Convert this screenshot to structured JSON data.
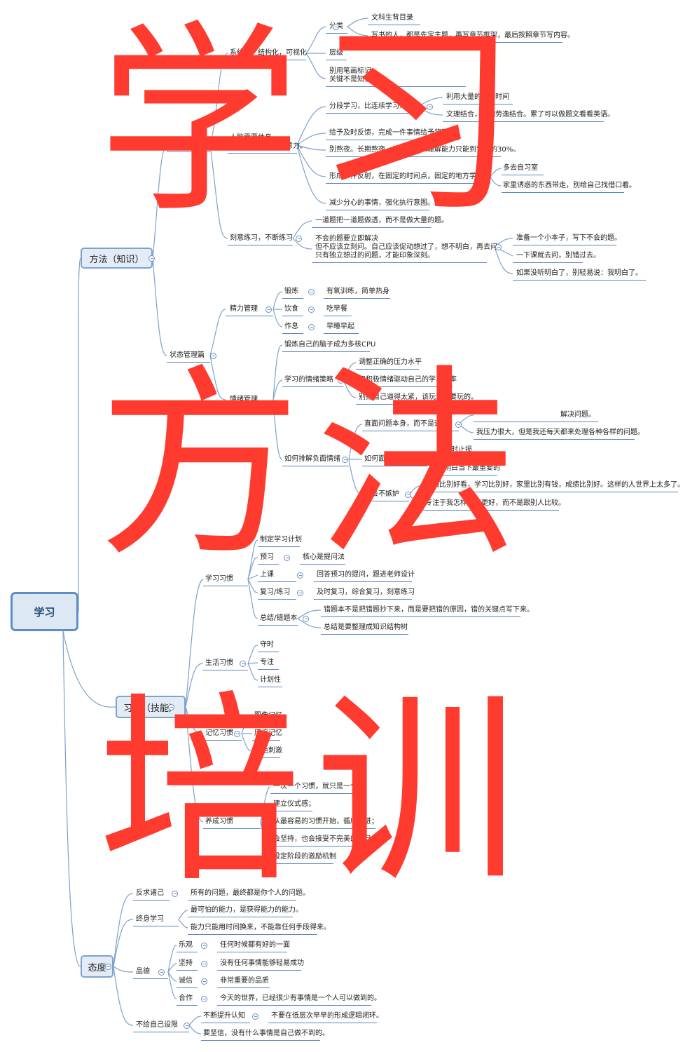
{
  "overlay": {
    "line1": "学习",
    "line2": "方法",
    "line3": "培训"
  },
  "root": "学习",
  "branches": {
    "method": "方法（知识）",
    "habit": "习惯（技能）",
    "attitude": "态度"
  },
  "t": {
    "n1": "系统化，结构化，可视化",
    "n1_1": "分类",
    "n1_1a": "文科生背目录",
    "n1_1b": "写书的人，都是先定主题，再写章节框架，最后按照章节写内容。",
    "n1_2": "层级",
    "n1_3a": "别用笔画标记。",
    "n1_3b": "关键不是知识本身",
    "n2": "用借原理篇",
    "n2a": "人脑需要休息，",
    "n2b": "不能长久的集中注意力。",
    "n2_1": "分段学习，比连续学习效果好。",
    "n2_1a": "利用大量的零散时间",
    "n2_1b": "文理结合，宛如劳逸结合。累了可以做题文看看英语。",
    "n2_2": "给予及时反馈，完成一件事情给予奖励。",
    "n2_3": "别熬夜。长期熬夜，记忆能力和理解能力只能到常人的30%。",
    "n2_4": "形成条件反射，在固定的时间点，固定的地方学习。",
    "n2_4a": "多去自习室",
    "n2_4b": "家里诱惑的东西带走，别给自己找借口看。",
    "n2_5": "减少分心的事情，强化执行意图。",
    "n3": "刻意练习，不断练习",
    "n3a": "一道题把一道题做透，而不是做大量的题。",
    "n3b1": "不会的题要立即解决",
    "n3b2": "但不应该立刻问。自己应该促动想过了，想不明白，再去问。",
    "n3b3": "只有独立想过的问题，才能印象深刻。",
    "n3c1": "准备一个小本子，写下不会的题。",
    "n3c2": "一下课就去问，别错过去。",
    "n3c3": "如果没听明白了，别轻易说：我明白了。",
    "s0": "状态管理篇",
    "s1": "精力管理",
    "s1a": "锻炼",
    "s1a1": "有氧训练，简单热身",
    "s1b": "饮食",
    "s1b1": "吃早餐",
    "s1c": "作息",
    "s1c1": "早睡早起",
    "s2": "情绪管理",
    "s2a": "锻炼自己的脑子成为多核CPU",
    "s2b": "学习的情绪策略",
    "s2b1": "调整正确的压力水平",
    "s2b2": "用积极情绪驱动自己的学习效率",
    "s2b3": "别把自己逼得太紧，该玩还是要玩的。",
    "s2c": "如何排解负面情绪",
    "s2c1": "直面问题本身，而不是逃避。",
    "s2c1a": "解决问题。",
    "s2c1b": "我压力很大，但是我还每天都来处理各种各样的问题。",
    "s2c2": "如何面对已发生的问题",
    "s2c2a": "及时止损",
    "s2c2b": "明白当下最重要的",
    "s2c3": "学会不嫉妒",
    "s2c3a": "长相比别好看，学习比别好，家里比别有钱，成绩比别好。这样的人世界上太多了。",
    "s2c3b": "专注于我怎样才能更好，而不是跟别人比较。",
    "h1": "学习习惯",
    "h1a": "制定学习计划",
    "h1b": "预习",
    "h1b1": "核心是提问法",
    "h1c": "上课",
    "h1c1": "回答预习的提问，跟进老师设计",
    "h1d": "复习/练习",
    "h1d1": "及时复习，综合复习，刻意练习",
    "h1e": "总结/错题本",
    "h1e1": "错题本不是把错题抄下来，而是要把错的原因，错的关键点写下来。",
    "h1e2": "总结是要整理成知识结构树",
    "h2": "生活习惯",
    "h2a": "守时",
    "h2b": "专注",
    "h2c": "计划性",
    "h3": "记忆习惯",
    "h3a": "图像记忆",
    "h3b": "压缩记忆",
    "h3c": "颜色刺激",
    "h4": "养成习惯",
    "h4a": "一次一个习惯，就只是一个；",
    "h4b": "建立仪式感；",
    "h4c": "从最容易的习惯开始，循序渐进；",
    "h4d": "会坚持，也会接受不完美的自己；",
    "h4e": "设定阶段的激励机制",
    "a1": "反求诸己",
    "a1a": "所有的问题，最终都是你个人的问题。",
    "a2": "终身学习",
    "a2a": "最可怕的能力，是获得能力的能力。",
    "a2b": "能力只能用时间换来，不能靠任何手段得来。",
    "a3": "品德",
    "a3a": "乐观",
    "a3a1": "任何时候都有好的一面",
    "a3b": "坚持",
    "a3b1": "没有任何事情能够轻易成功",
    "a3c": "诚信",
    "a3c1": "非常重要的品质",
    "a3d": "合作",
    "a3d1": "今天的世界，已经很少有事情是一个人可以做到的。",
    "a4": "不给自己设限",
    "a4a": "不断提升认知",
    "a4a1": "不要在低层次早早的形成逻辑闭环。",
    "a4b": "要坚信，没有什么事情是自己做不到的。"
  }
}
